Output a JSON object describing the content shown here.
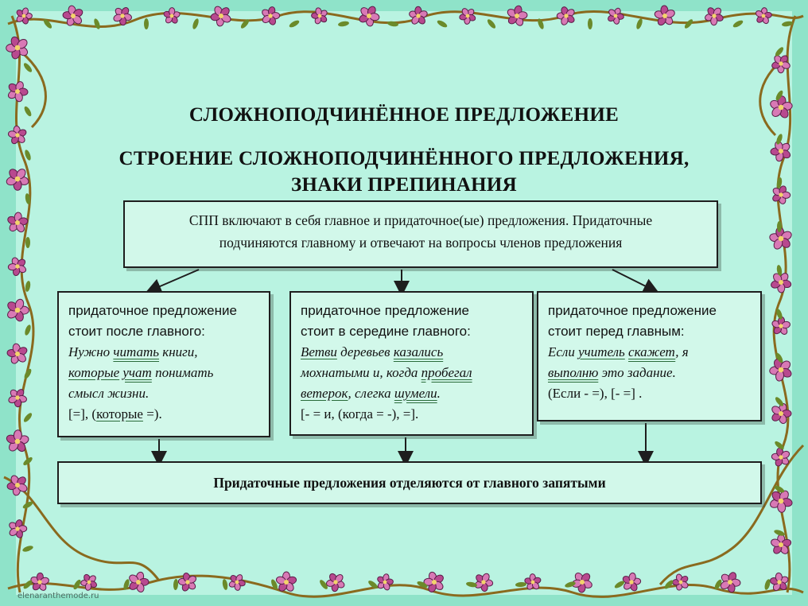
{
  "title": "СЛОЖНОПОДЧИНЁННОЕ  ПРЕДЛОЖЕНИЕ",
  "subtitle_line1": "СТРОЕНИЕ СЛОЖНОПОДЧИНЁННОГО ПРЕДЛОЖЕНИЯ,",
  "subtitle_line2": "ЗНАКИ ПРЕПИНАНИЯ",
  "top_box": {
    "line1": "СПП включают в себя главное и придаточное(ые) предложения. Придаточные",
    "line2": "подчиняются главному и отвечают на вопросы членов предложения"
  },
  "left_box": {
    "lead1": "придаточное предложение",
    "lead2": "стоит после главного:",
    "ex1": "Нужно",
    "ex1u": "читать",
    "ex1b": "книги,",
    "ex2u": "которые",
    "ex2uu": "учат",
    "ex2b": "понимать",
    "ex3": "смысл жизни.",
    "scheme_a": "[=],",
    "scheme_b": "(",
    "scheme_c": "которые",
    "scheme_d": " =)."
  },
  "mid_box": {
    "lead1": "придаточное предложение",
    "lead2": "стоит в середине главного:",
    "ex1u": "Ветви",
    "ex1a": "деревьев",
    "ex1uu": "казались",
    "ex2a": "мохнатыми и, когда",
    "ex2uu": "пробегал",
    "ex3u": "ветерок",
    "ex3a": ", слегка",
    "ex3uu": "шумели",
    "ex3b": ".",
    "scheme": "[- = и, (когда = -), =]."
  },
  "right_box": {
    "lead1": "придаточное предложение",
    "lead2": "стоит перед главным:",
    "ex1a": "Если",
    "ex1u": "учитель",
    "ex1uu": "скажет",
    "ex1b": ", я",
    "ex2uu": "выполню",
    "ex2a": "это задание.",
    "scheme": "(Если - =), [- =] ."
  },
  "bottom_box": "Придаточные предложения отделяются от главного запятыми",
  "watermark": "elenaranthemode.ru"
}
